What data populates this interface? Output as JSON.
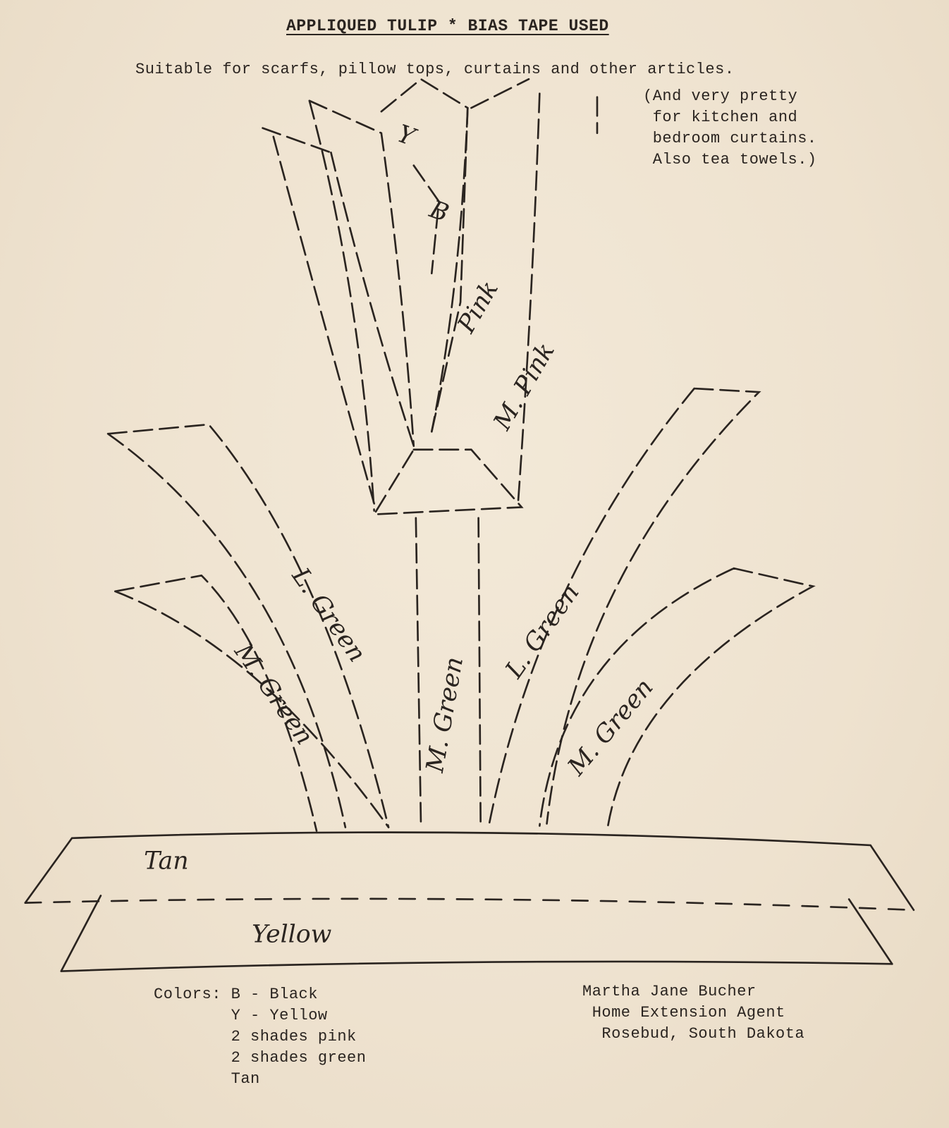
{
  "title": "APPLIQUED TULIP * BIAS TAPE USED",
  "subtitle": "Suitable for scarfs, pillow tops, curtains and other articles.",
  "note": [
    "(And very pretty",
    " for kitchen and",
    " bedroom curtains.",
    " Also tea towels.)"
  ],
  "pattern_labels": {
    "y": "Y",
    "b": "B",
    "pink": "Pink",
    "m_pink": "M. Pink",
    "l_green_left": "L. Green",
    "m_green_left": "M. Green",
    "m_green_stem": "M. Green",
    "l_green_right": "L. Green",
    "m_green_right": "M. Green",
    "tan": "Tan",
    "yellow": "Yellow"
  },
  "colors_list": [
    "Colors: B - Black",
    "        Y - Yellow",
    "        2 shades pink",
    "        2 shades green",
    "        Tan"
  ],
  "signature": [
    "Martha Jane Bucher",
    " Home Extension Agent",
    "  Rosebud, South Dakota"
  ],
  "ink_color": "#2a2420",
  "paper_color": "#efe4d2"
}
